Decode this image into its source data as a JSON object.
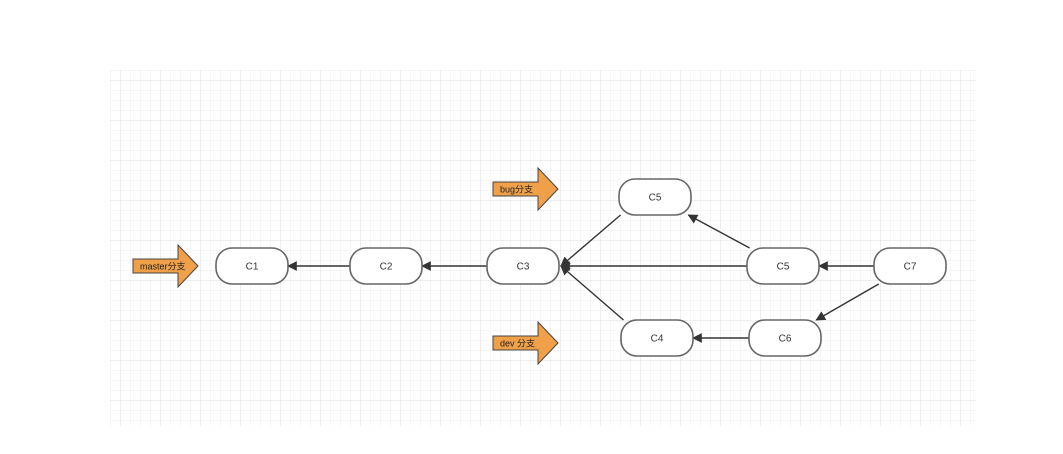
{
  "diagram": {
    "nodes": [
      {
        "id": "c1",
        "label": "C1"
      },
      {
        "id": "c2",
        "label": "C2"
      },
      {
        "id": "c3",
        "label": "C3"
      },
      {
        "id": "c5-top",
        "label": "C5"
      },
      {
        "id": "c5-mid",
        "label": "C5"
      },
      {
        "id": "c7",
        "label": "C7"
      },
      {
        "id": "c4",
        "label": "C4"
      },
      {
        "id": "c6",
        "label": "C6"
      }
    ],
    "edges": [
      {
        "from": "c2",
        "to": "c1"
      },
      {
        "from": "c3",
        "to": "c2"
      },
      {
        "from": "c5-top",
        "to": "c3"
      },
      {
        "from": "c5-mid",
        "to": "c3"
      },
      {
        "from": "c4",
        "to": "c3"
      },
      {
        "from": "c5-mid",
        "to": "c5-top"
      },
      {
        "from": "c7",
        "to": "c5-mid"
      },
      {
        "from": "c7",
        "to": "c6"
      },
      {
        "from": "c6",
        "to": "c4"
      }
    ],
    "branch_markers": [
      {
        "id": "master",
        "label": "master分支"
      },
      {
        "id": "bug",
        "label": "bug分支"
      },
      {
        "id": "dev",
        "label": "dev 分支"
      }
    ]
  },
  "colors": {
    "branch_arrow_fill": "#f0a048",
    "grid_line": "#e6e6e6",
    "node_border": "#666666"
  }
}
